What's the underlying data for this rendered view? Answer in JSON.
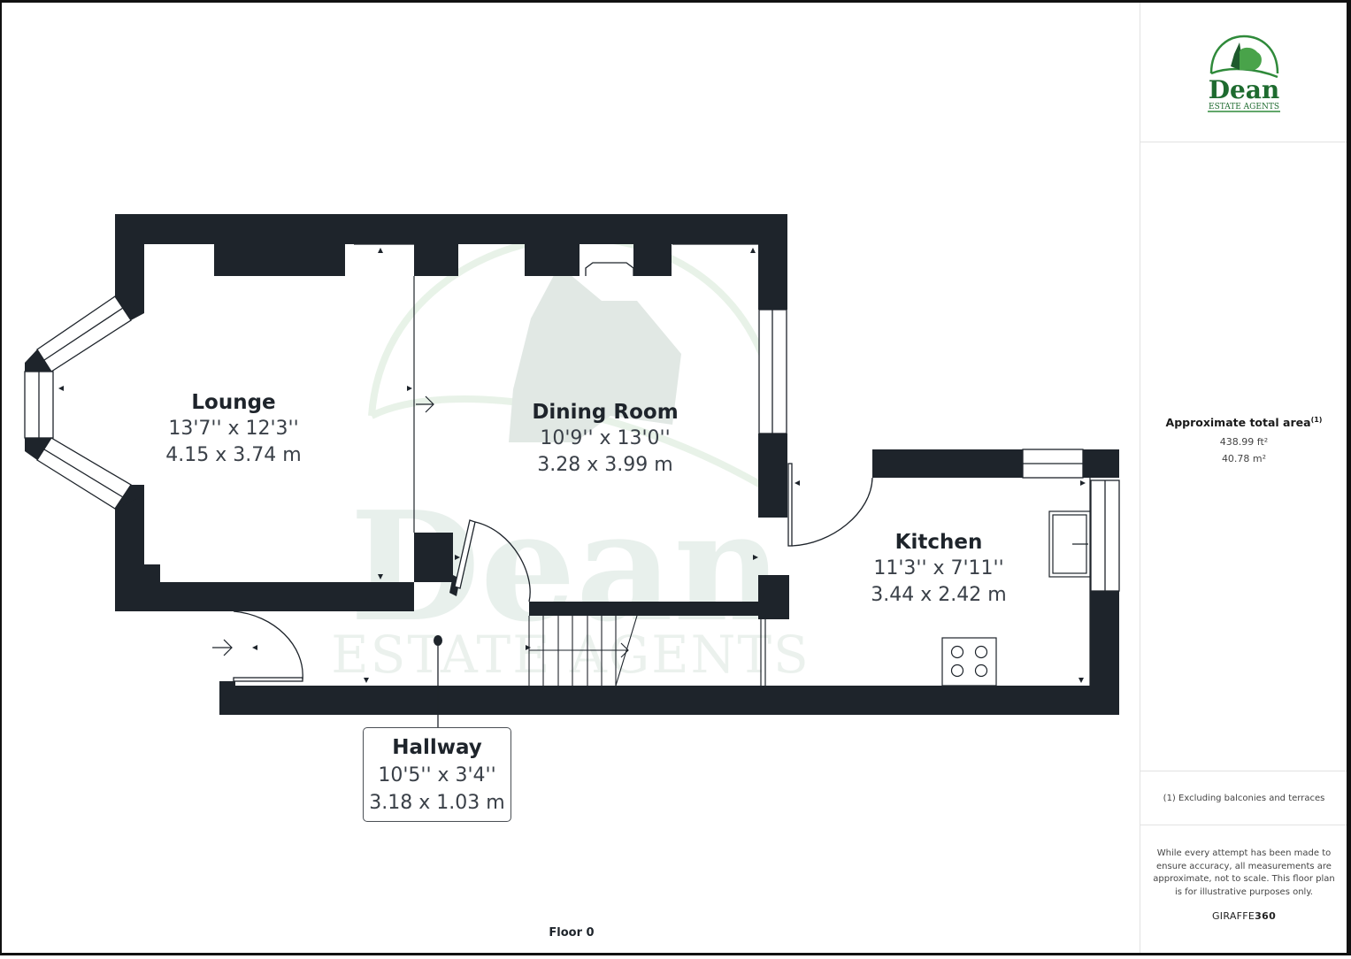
{
  "floor_plan": {
    "floor_label": "Floor 0",
    "rooms": [
      {
        "name": "Lounge",
        "imperial": "13'7'' x 12'3''",
        "metric": "4.15 x 3.74 m"
      },
      {
        "name": "Dining Room",
        "imperial": "10'9'' x 13'0''",
        "metric": "3.28 x 3.99 m"
      },
      {
        "name": "Kitchen",
        "imperial": "11'3'' x 7'11''",
        "metric": "3.44 x 2.42 m"
      },
      {
        "name": "Hallway",
        "imperial": "10'5'' x 3'4''",
        "metric": "3.18 x 1.03 m"
      }
    ],
    "watermark": {
      "brand": "Dean",
      "tagline": "ESTATE AGENTS"
    }
  },
  "sidebar": {
    "logo": {
      "brand": "Dean",
      "tagline": "ESTATE AGENTS",
      "color": "#1e6b2f"
    },
    "area": {
      "title": "Approximate total area",
      "footnote_marker": "(1)",
      "imperial": "438.99 ft²",
      "metric": "40.78 m²"
    },
    "footnote": "(1) Excluding balconies and terraces",
    "disclaimer": "While every attempt has been made to ensure accuracy, all measurements are approximate, not to scale. This floor plan is for illustrative purposes only.",
    "credit": {
      "prefix": "GIRAFFE",
      "suffix": "360"
    }
  },
  "colors": {
    "wall": "#1e242b",
    "watermark_green": "#dde9e1",
    "logo_green": "#1e6b2f"
  }
}
